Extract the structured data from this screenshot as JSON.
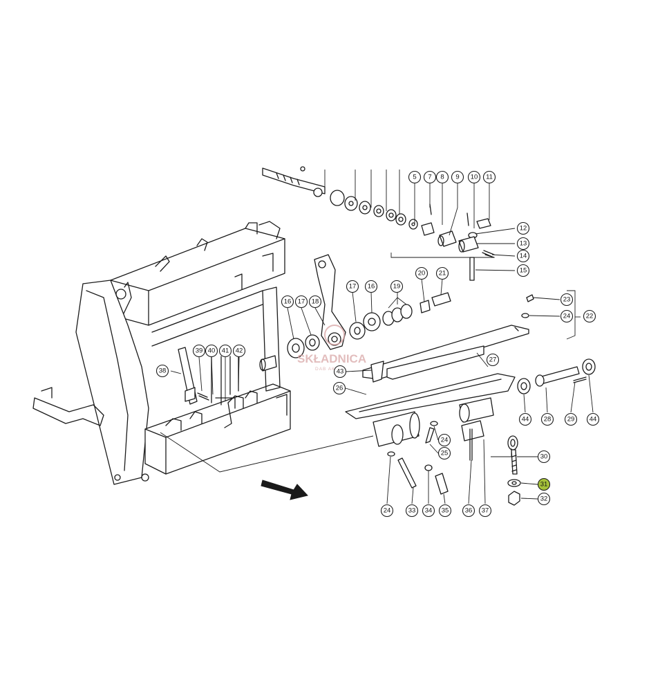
{
  "watermark": {
    "brand": "SKŁADNICA",
    "subtitle": "DAB     AKI"
  },
  "highlight_color": "#a6c23a",
  "callouts": [
    {
      "id": "c5",
      "label": "5"
    },
    {
      "id": "c7",
      "label": "7"
    },
    {
      "id": "c8",
      "label": "8"
    },
    {
      "id": "c9",
      "label": "9"
    },
    {
      "id": "c10",
      "label": "10"
    },
    {
      "id": "c11",
      "label": "11"
    },
    {
      "id": "c12",
      "label": "12"
    },
    {
      "id": "c13",
      "label": "13"
    },
    {
      "id": "c14",
      "label": "14"
    },
    {
      "id": "c15",
      "label": "15"
    },
    {
      "id": "c16a",
      "label": "16"
    },
    {
      "id": "c17a",
      "label": "17"
    },
    {
      "id": "c18",
      "label": "18"
    },
    {
      "id": "c17b",
      "label": "17"
    },
    {
      "id": "c16b",
      "label": "16"
    },
    {
      "id": "c19",
      "label": "19"
    },
    {
      "id": "c20",
      "label": "20"
    },
    {
      "id": "c21",
      "label": "21"
    },
    {
      "id": "c23",
      "label": "23"
    },
    {
      "id": "c24a",
      "label": "24"
    },
    {
      "id": "c22",
      "label": "22"
    },
    {
      "id": "c27",
      "label": "27"
    },
    {
      "id": "c38",
      "label": "38"
    },
    {
      "id": "c39",
      "label": "39"
    },
    {
      "id": "c40",
      "label": "40"
    },
    {
      "id": "c41",
      "label": "41"
    },
    {
      "id": "c42",
      "label": "42"
    },
    {
      "id": "c43",
      "label": "43"
    },
    {
      "id": "c26",
      "label": "26"
    },
    {
      "id": "c44a",
      "label": "44"
    },
    {
      "id": "c28",
      "label": "28"
    },
    {
      "id": "c29",
      "label": "29"
    },
    {
      "id": "c44b",
      "label": "44"
    },
    {
      "id": "c24b",
      "label": "24"
    },
    {
      "id": "c25",
      "label": "25"
    },
    {
      "id": "c30",
      "label": "30"
    },
    {
      "id": "c31",
      "label": "31",
      "highlighted": true
    },
    {
      "id": "c32",
      "label": "32"
    },
    {
      "id": "c24c",
      "label": "24"
    },
    {
      "id": "c33",
      "label": "33"
    },
    {
      "id": "c34",
      "label": "34"
    },
    {
      "id": "c35",
      "label": "35"
    },
    {
      "id": "c36",
      "label": "36"
    },
    {
      "id": "c37",
      "label": "37"
    }
  ]
}
